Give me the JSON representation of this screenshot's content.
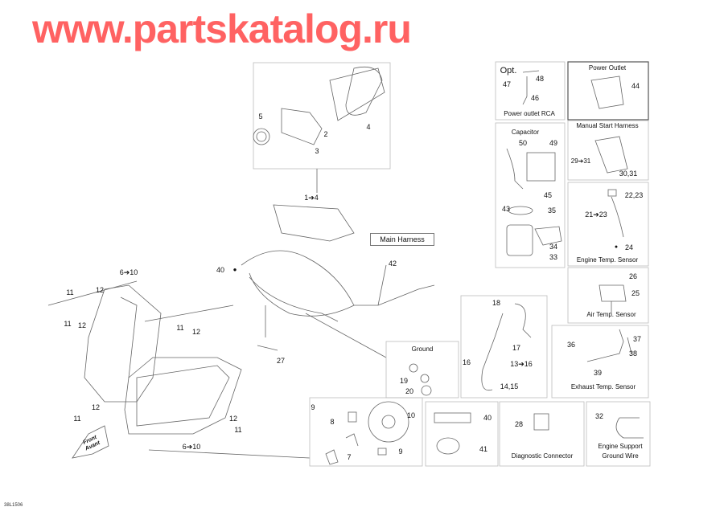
{
  "diagram_code": "38L1506",
  "watermark": "www.partskatalog.ru",
  "front_arrow": {
    "line1": "Front",
    "line2": "Avant"
  },
  "main": {
    "callouts": [
      "5",
      "2",
      "3",
      "4",
      "1➔4",
      "42",
      "40",
      "6➔10",
      "11",
      "12",
      "11",
      "12",
      "11",
      "12",
      "27",
      "12",
      "11",
      "12",
      "11",
      "6➔10"
    ],
    "main_harness": "Main Harness"
  },
  "headlight_box": {
    "callouts": [
      "9",
      "8",
      "10",
      "7",
      "9"
    ]
  },
  "ground_box": {
    "title": "Ground",
    "callouts": [
      "19",
      "20"
    ]
  },
  "tether_box": {
    "callouts": [
      "18",
      "17",
      "16",
      "13➔16",
      "14,15"
    ]
  },
  "opt_box": {
    "title": "Opt.",
    "caption": "Power outlet RCA",
    "callouts": [
      "48",
      "47",
      "46"
    ]
  },
  "power_outlet": {
    "title": "Power Outlet",
    "callouts": [
      "44"
    ]
  },
  "capacitor": {
    "title": "Capacitor",
    "callouts": [
      "50",
      "49",
      "45",
      "43",
      "35",
      "34",
      "33"
    ]
  },
  "manual_start": {
    "title": "Manual Start Harness",
    "callouts": [
      "29➔31",
      "30,31"
    ]
  },
  "engine_temp": {
    "title": "Engine Temp. Sensor",
    "callouts": [
      "22,23",
      "21➔23",
      "24"
    ]
  },
  "air_temp": {
    "title": "Air Temp. Sensor",
    "callouts": [
      "26",
      "25"
    ]
  },
  "exhaust_temp": {
    "title": "Exhaust Temp. Sensor",
    "callouts": [
      "36",
      "37",
      "38",
      "39"
    ]
  },
  "lube_box": {
    "callouts": [
      "40",
      "41"
    ]
  },
  "diagnostic": {
    "title": "Diagnostic Connector",
    "callouts": [
      "28"
    ]
  },
  "engine_support": {
    "title_line1": "Engine Support",
    "title_line2": "Ground Wire",
    "callouts": [
      "32"
    ]
  },
  "colors": {
    "watermark": "#ff4646",
    "lines": "#888888"
  }
}
